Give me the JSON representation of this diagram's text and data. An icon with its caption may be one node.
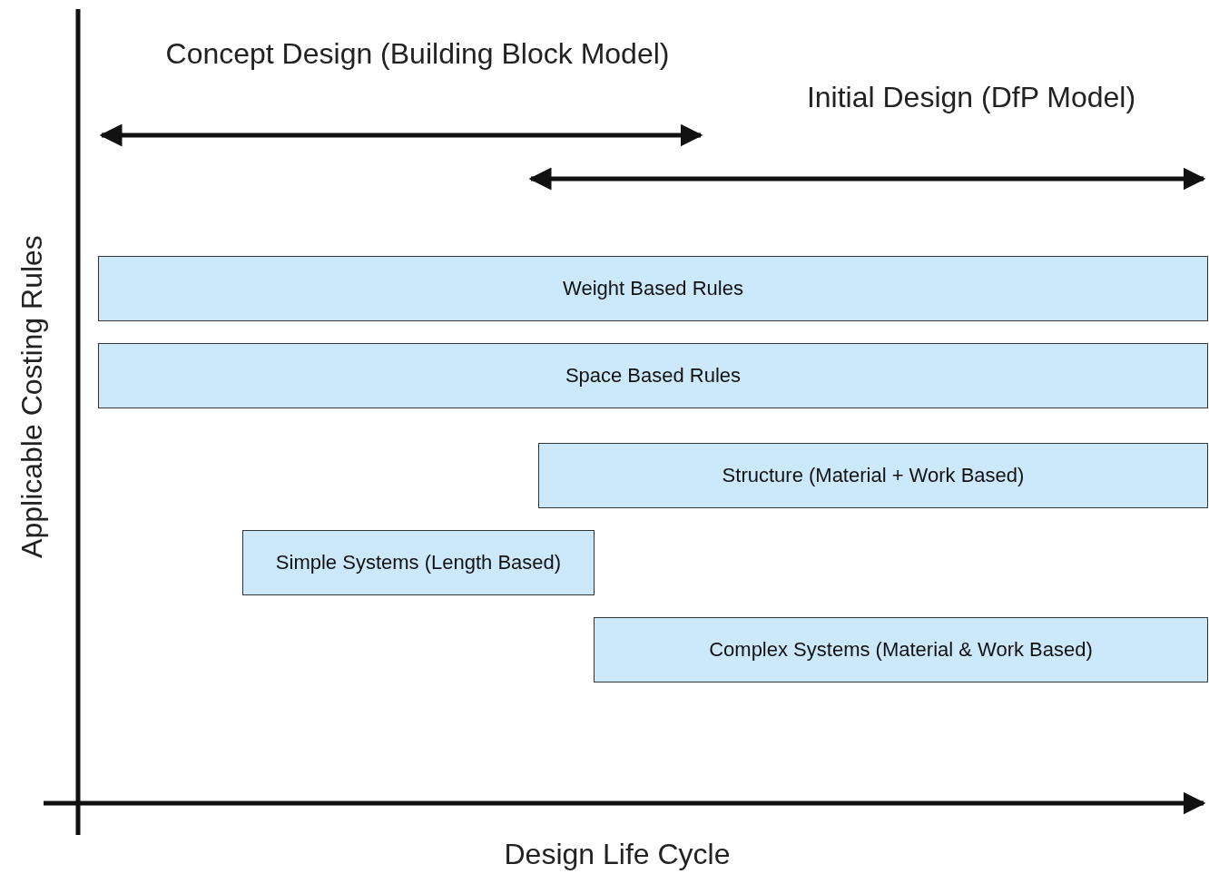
{
  "diagram": {
    "nodes": [
      {
        "text": [
          "Weight Based Rules"
        ]
      },
      {
        "text": [
          "Space Based Rules"
        ]
      },
      {
        "text": [
          "Structure (Material + Work Based)"
        ]
      },
      {
        "text": [
          "Simple Systems (Length Based)"
        ]
      },
      {
        "text": [
          "Complex Systems (Material & Work Based)"
        ]
      }
    ],
    "edges": [],
    "labels": [
      "Concept Design (Building Block Model)",
      "Initial Design (DfP Model)",
      "Applicable Costing Rules",
      "Design Life Cycle"
    ]
  }
}
